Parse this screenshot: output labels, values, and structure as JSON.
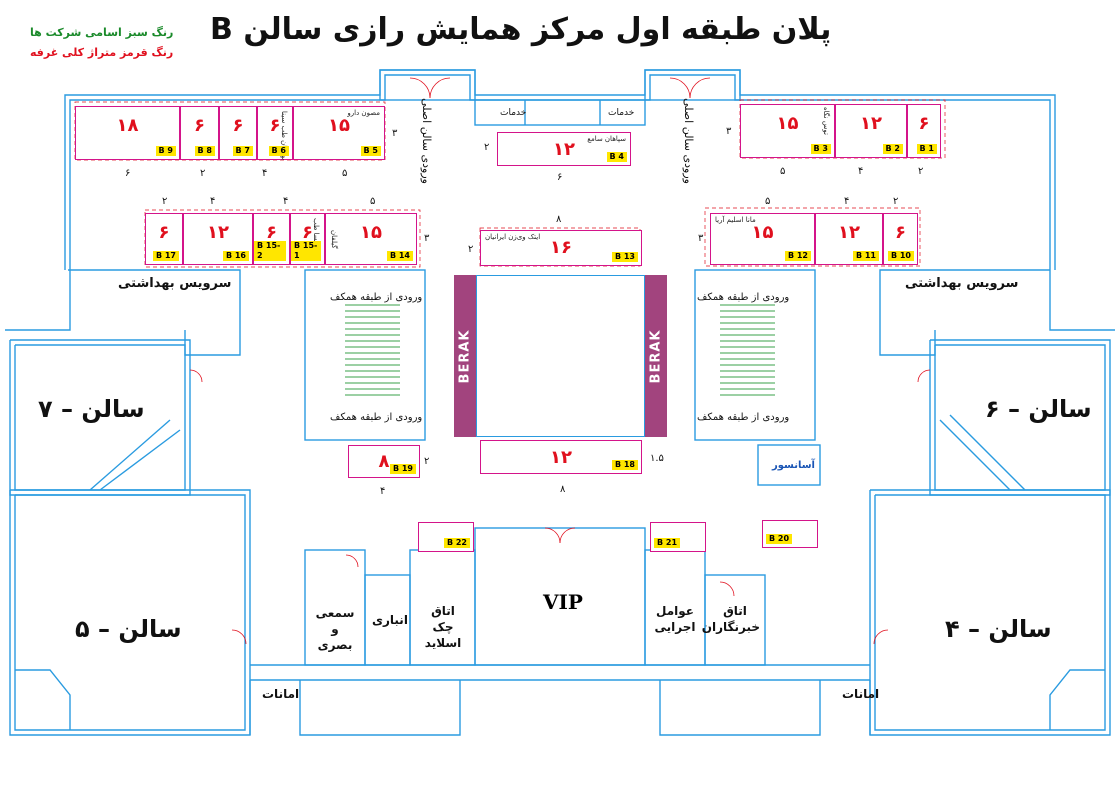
{
  "header": {
    "title": "پلان طبقه اول مرکز همایش  رازی    سالن B",
    "legend_green": "رنگ سبز اسامی شرکت ها",
    "legend_red": "رنگ قرمز متراژ کلی غرفه"
  },
  "halls": {
    "hall7": "سالن – ۷",
    "hall6": "سالن – ۶",
    "hall5": "سالن – ۵",
    "hall4": "سالن – ۴"
  },
  "services": {
    "restroom_left": "سرویس بهداشتی",
    "restroom_right": "سرویس بهداشتی",
    "khadamat1": "خدمات",
    "khadamat2": "خدمات",
    "entry_main_left": "ورودی سالن اصلی",
    "entry_main_right": "ورودی سالن اصلی",
    "entry_ground_1": "ورودی از طبقه همکف",
    "entry_ground_2": "ورودی از طبقه همکف",
    "entry_ground_3": "ورودی از طبقه همکف",
    "entry_ground_4": "ورودی از طبقه همکف",
    "elevator": "آسانسور",
    "amanat_left": "امانات",
    "amanat_right": "امانات"
  },
  "rooms": {
    "vip": "VIP",
    "av": "سمعی و بصری",
    "storage": "انباری",
    "slide": "اتاق چک اسلاید",
    "staff": "عوامل اجرایی",
    "press": "اتاق خبرنگاران"
  },
  "berak": {
    "left": "BERAK",
    "right": "BERAK"
  },
  "booths": {
    "b1": {
      "code": "B 1",
      "size": "۶",
      "company": ""
    },
    "b2": {
      "code": "B 2",
      "size": "۱۲",
      "company": ""
    },
    "b3": {
      "code": "B 3",
      "size": "۱۵",
      "company": "توس نگاه"
    },
    "b4": {
      "code": "B 4",
      "size": "۱۲",
      "company": "سپاهان سامع"
    },
    "b5": {
      "code": "B 5",
      "size": "۱۵",
      "company": "مصون دارو"
    },
    "b6": {
      "code": "B 6",
      "size": "۶",
      "company": "بهرمان طب سینا"
    },
    "b7": {
      "code": "B 7",
      "size": "۶",
      "company": ""
    },
    "b8": {
      "code": "B 8",
      "size": "۶",
      "company": ""
    },
    "b9": {
      "code": "B 9",
      "size": "۱۸",
      "company": ""
    },
    "b10": {
      "code": "B 10",
      "size": "۶",
      "company": ""
    },
    "b11": {
      "code": "B 11",
      "size": "۱۲",
      "company": ""
    },
    "b12": {
      "code": "B 12",
      "size": "۱۵",
      "company": "مانا اسلیم آریا"
    },
    "b13": {
      "code": "B 13",
      "size": "۱۶",
      "company": "ایتک وی‌زن ایرانیان"
    },
    "b14": {
      "code": "B 14",
      "size": "۱۵",
      "company": "گیلفان"
    },
    "b15_1": {
      "code": "B 15-1",
      "size": "۶",
      "company": "دیدوکسا طب"
    },
    "b15_2": {
      "code": "B 15-2",
      "size": "۶",
      "company": ""
    },
    "b16": {
      "code": "B 16",
      "size": "۱۲",
      "company": ""
    },
    "b17": {
      "code": "B 17",
      "size": "۶",
      "company": ""
    },
    "b18": {
      "code": "B 18",
      "size": "۱۲",
      "company": ""
    },
    "b19": {
      "code": "B 19",
      "size": "۸",
      "company": ""
    },
    "b20": {
      "code": "B 20",
      "size": "",
      "company": ""
    },
    "b21": {
      "code": "B 21",
      "size": "",
      "company": ""
    },
    "b22": {
      "code": "B 22",
      "size": "",
      "company": ""
    }
  },
  "dims": {
    "d_top_left_6": "۶",
    "d_top_left_2": "۲",
    "d_top_left_4": "۴",
    "d_top_left_5": "۵",
    "d_top_left_3": "۳",
    "d_top_right_5": "۵",
    "d_top_right_4": "۴",
    "d_top_right_2": "۲",
    "d_top_right_3": "۳",
    "d_b4_2": "۲",
    "d_b4_6": "۶",
    "d_row2_left_2": "۲",
    "d_row2_left_4a": "۴",
    "d_row2_left_4b": "۴",
    "d_row2_left_5": "۵",
    "d_row2_left_3": "۳",
    "d_row2_right_5": "۵",
    "d_row2_right_4": "۴",
    "d_row2_right_2": "۲",
    "d_row2_right_3": "۳",
    "d_b13_8": "۸",
    "d_b13_2": "۲",
    "d_b18_15": "۱.۵",
    "d_b18_8": "۸",
    "d_b19_2": "۲",
    "d_b19_4": "۴"
  },
  "colors": {
    "wall": "#2a9be0",
    "booth_border": "#d4148a",
    "booth_size": "#e0101e",
    "code_bg": "#ffe600",
    "berak": "#a2447e",
    "stairs": "#3aa04a",
    "door": "#e0101e"
  }
}
